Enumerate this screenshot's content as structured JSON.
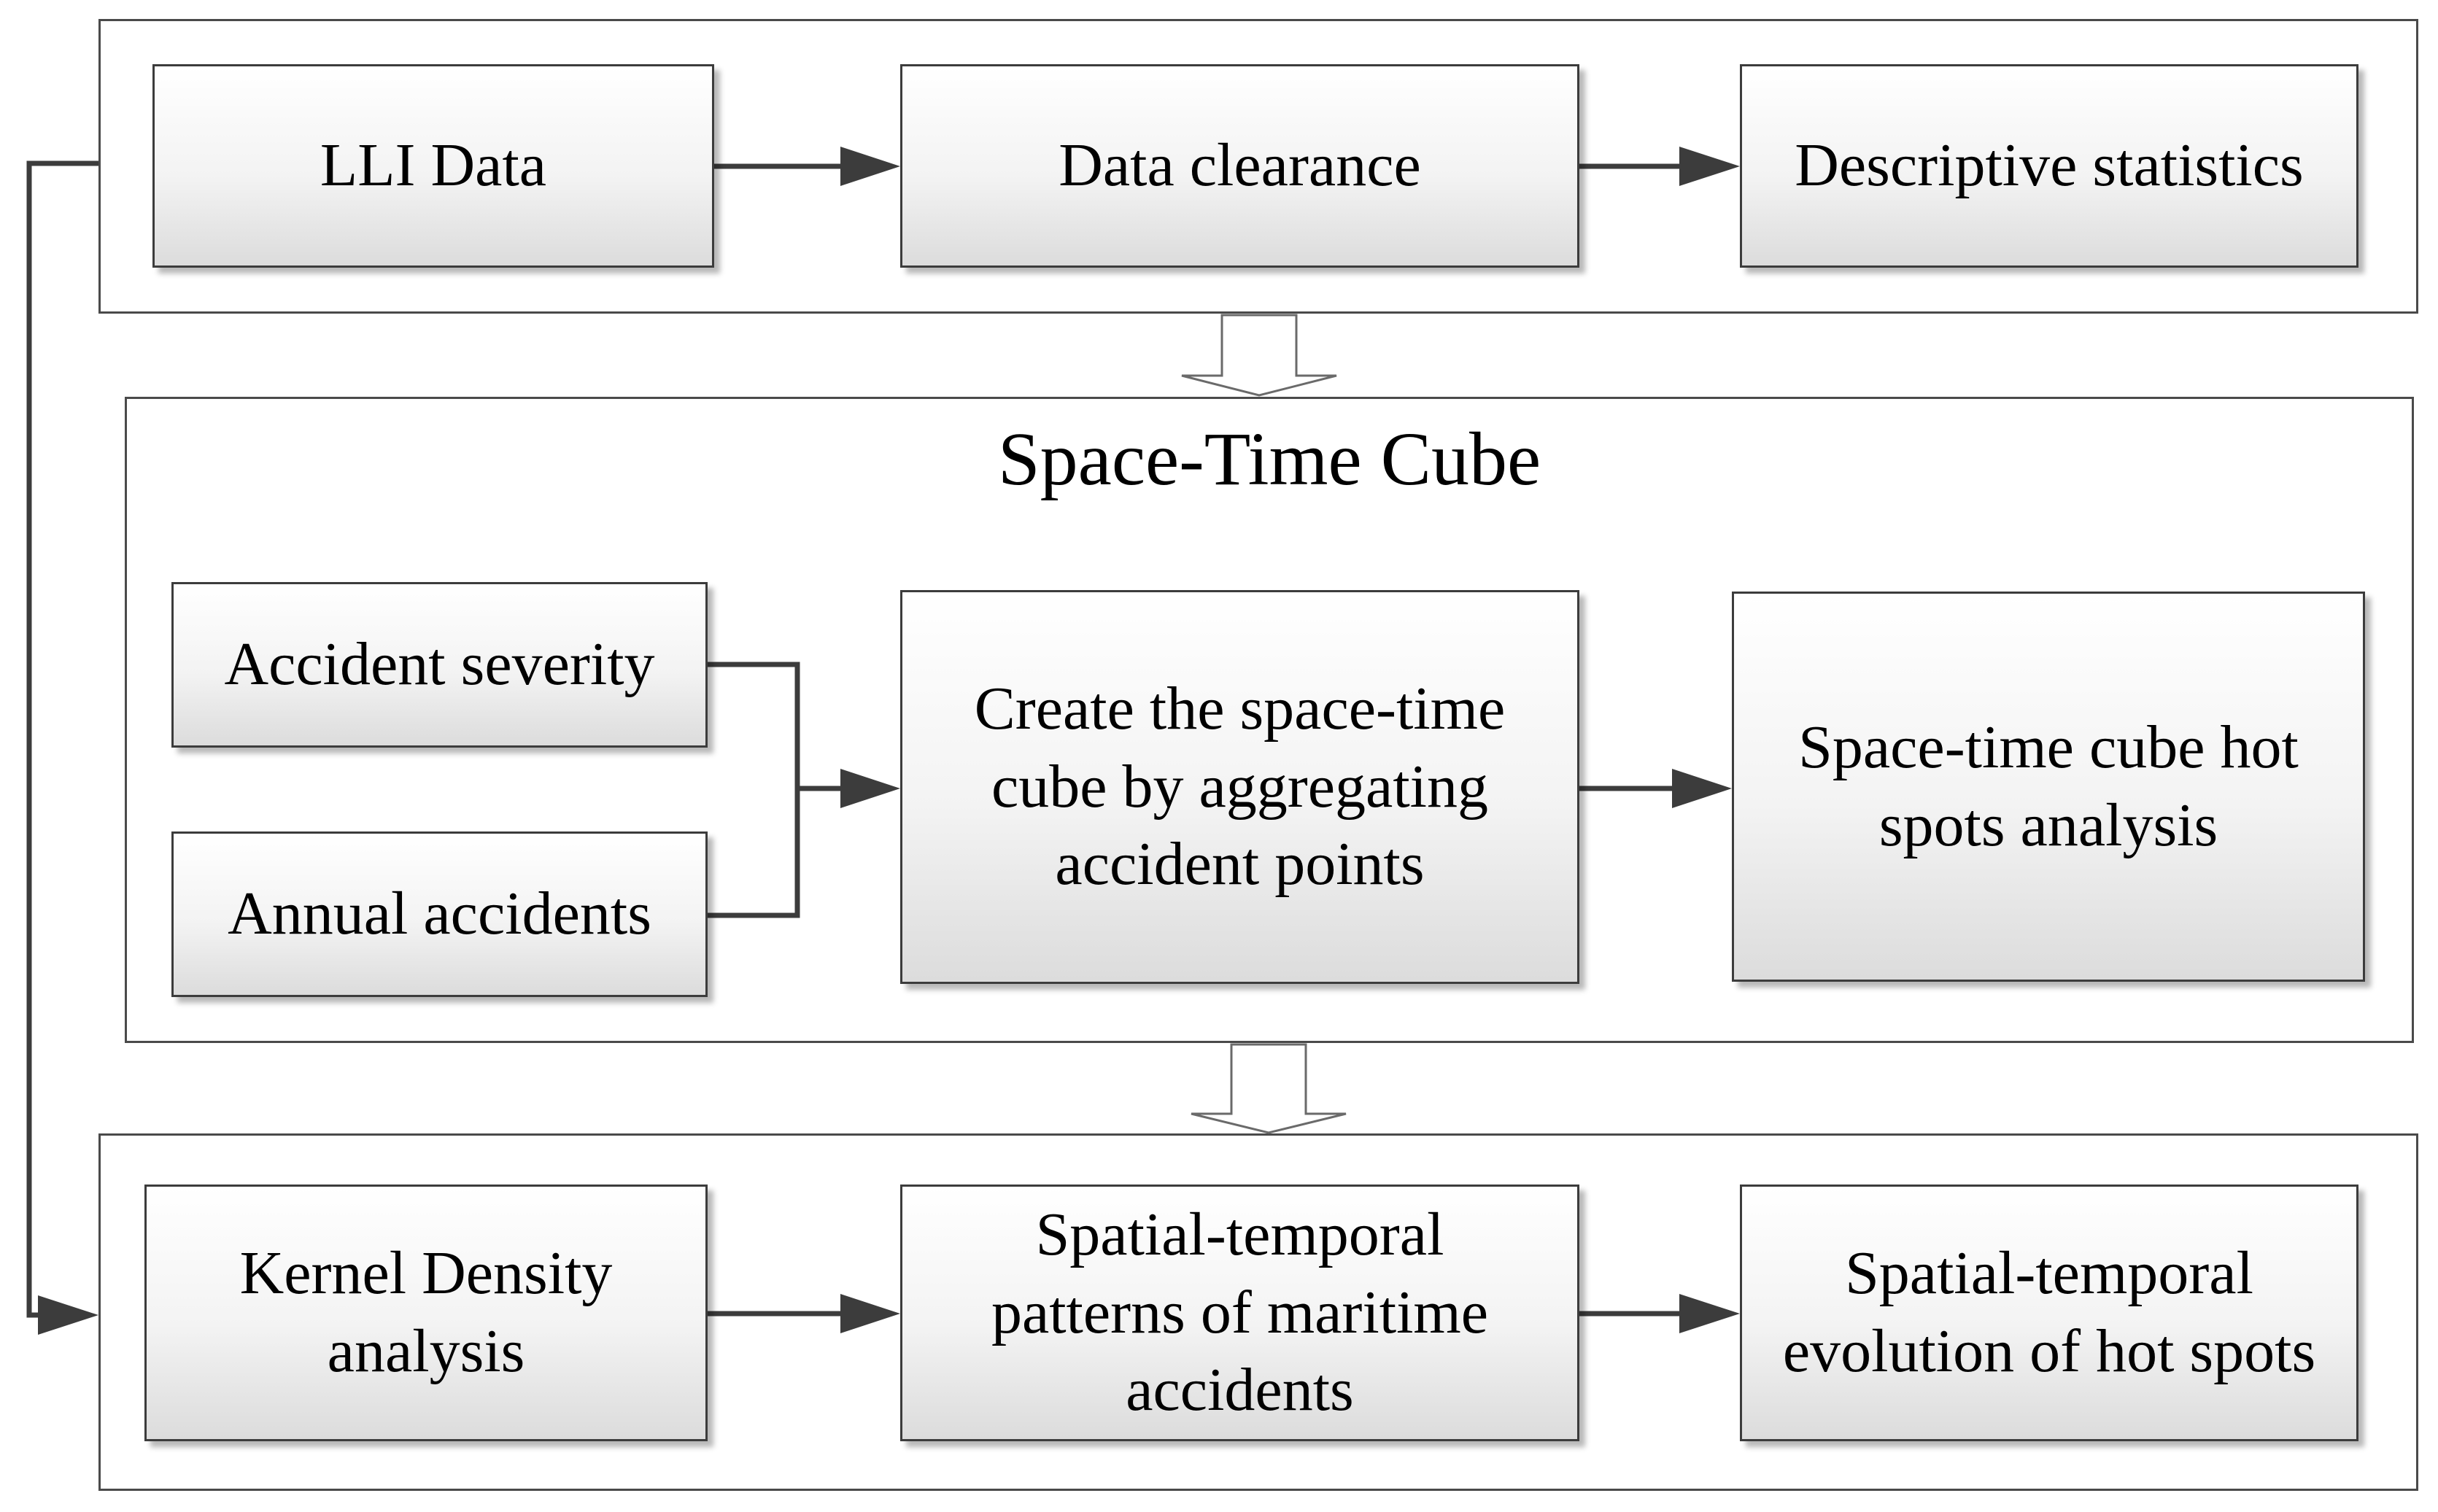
{
  "top_row": {
    "lli_data": "LLI Data",
    "data_clearance": "Data clearance",
    "descriptive_statistics": "Descriptive statistics"
  },
  "middle_panel": {
    "title": "Space-Time Cube",
    "accident_severity": "Accident severity",
    "annual_accidents": "Annual accidents",
    "create_cube": "Create the space-time\ncube by aggregating\naccident points",
    "hot_spots_analysis": "Space-time cube hot\nspots analysis"
  },
  "bottom_row": {
    "kernel_density": "Kernel Density\nanalysis",
    "spatial_temporal_patterns": "Spatial-temporal\npatterns of maritime\naccidents",
    "spatial_temporal_evolution": "Spatial-temporal\nevolution of hot spots"
  },
  "colors": {
    "line": "#3c3c3c",
    "box_gradient_top": "#ffffff",
    "box_gradient_bottom": "#dcdcdc"
  }
}
